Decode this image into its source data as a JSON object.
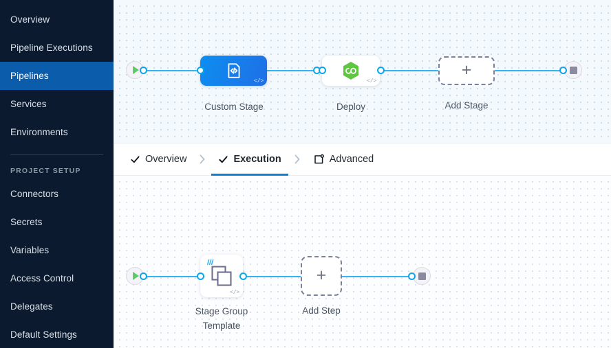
{
  "sidebar": {
    "items": [
      {
        "label": "Overview",
        "active": false
      },
      {
        "label": "Pipeline Executions",
        "active": false
      },
      {
        "label": "Pipelines",
        "active": true
      },
      {
        "label": "Services",
        "active": false
      },
      {
        "label": "Environments",
        "active": false
      }
    ],
    "section_label": "PROJECT SETUP",
    "setup_items": [
      {
        "label": "Connectors"
      },
      {
        "label": "Secrets"
      },
      {
        "label": "Variables"
      },
      {
        "label": "Access Control"
      },
      {
        "label": "Delegates"
      },
      {
        "label": "Default Settings"
      }
    ],
    "colors": {
      "background": "#0b1a2e",
      "active_background": "#0b5cab",
      "text": "#d9e0e8"
    }
  },
  "tabs": [
    {
      "label": "Overview",
      "icon": "check-icon",
      "active": false
    },
    {
      "label": "Execution",
      "icon": "check-icon",
      "active": true
    },
    {
      "label": "Advanced",
      "icon": "advanced-settings-icon",
      "active": false
    }
  ],
  "pipeline_top": {
    "start_node": "play-icon",
    "end_node": "stop-icon",
    "stages": [
      {
        "label": "Custom Stage",
        "icon": "custom-stage-code-icon",
        "type": "custom",
        "selected": true
      },
      {
        "label": "Deploy",
        "icon": "deploy-hexagon-infinity-icon",
        "type": "deploy",
        "selected": false
      }
    ],
    "add_stage_label": "Add Stage",
    "add_icon": "plus-icon"
  },
  "pipeline_bottom": {
    "start_node": "play-icon",
    "end_node": "stop-icon",
    "steps": [
      {
        "label": "Stage Group Template",
        "icon": "stage-group-template-icon",
        "template_marker": true
      }
    ],
    "add_step_label": "Add Step",
    "add_icon": "plus-icon"
  },
  "colors": {
    "accent_blue": "#0b7fd4",
    "edge_blue": "#30b4f2",
    "port_blue": "#0ba5ec",
    "deploy_green": "#5ec63f",
    "play_green": "#5fca6a",
    "dashed_gray": "#7c819b",
    "canvas_top_bg": "#f3f9fd",
    "canvas_bottom_bg": "#fcfdfe"
  }
}
